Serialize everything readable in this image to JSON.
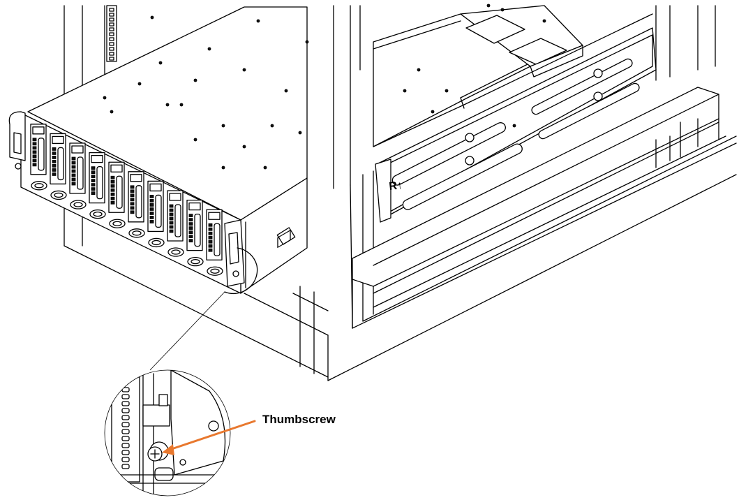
{
  "diagram": {
    "callout": {
      "label": "Thumbscrew",
      "arrow_color": "#E8782E"
    },
    "rail_label": "R↑",
    "drive_bay_count": 10
  }
}
